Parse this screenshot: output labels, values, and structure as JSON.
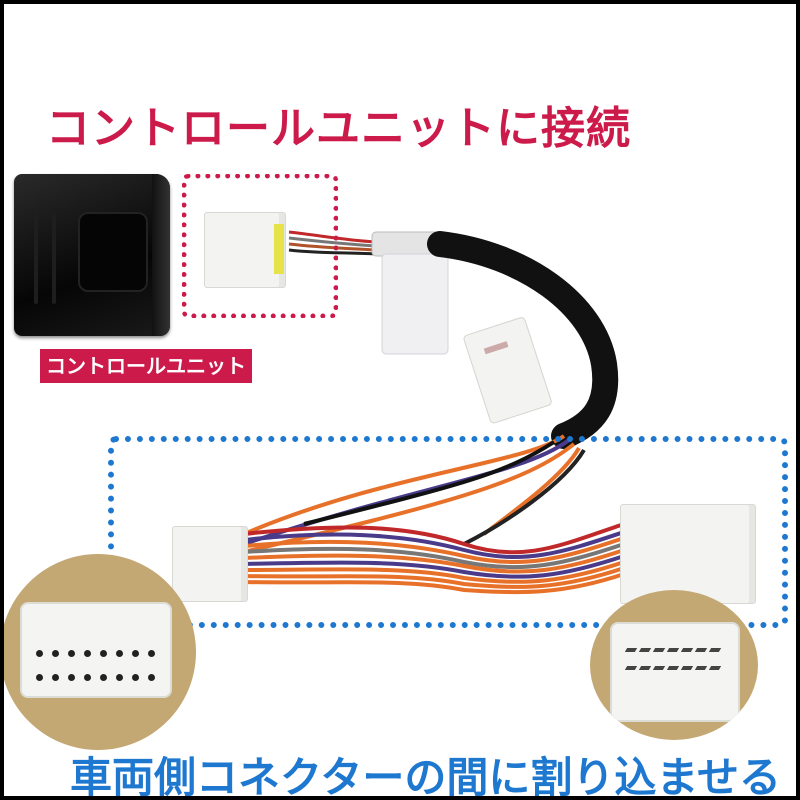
{
  "heading_top": "コントロールユニットに接続",
  "unit_label": "コントロールユニット",
  "heading_bottom": "車両側コネクターの間に割り込ませる",
  "colors": {
    "accent_pink": "#cc1a4a",
    "accent_blue": "#1e78d0",
    "wire_orange": "#e8712a",
    "wire_purple": "#4a3a8a",
    "sleeve_black": "#111111",
    "circle_bg": "#c4a874"
  },
  "callouts": [
    {
      "name": "control-unit-connector-highlight",
      "style": "pink-dotted"
    },
    {
      "name": "vehicle-side-connector-highlight",
      "style": "blue-dotted"
    }
  ],
  "detail_insets": [
    {
      "name": "female-connector-closeup",
      "pin_rows": 2,
      "pins_per_row": 8
    },
    {
      "name": "male-connector-closeup",
      "pin_rows": 2,
      "pins_per_row": 8
    }
  ]
}
